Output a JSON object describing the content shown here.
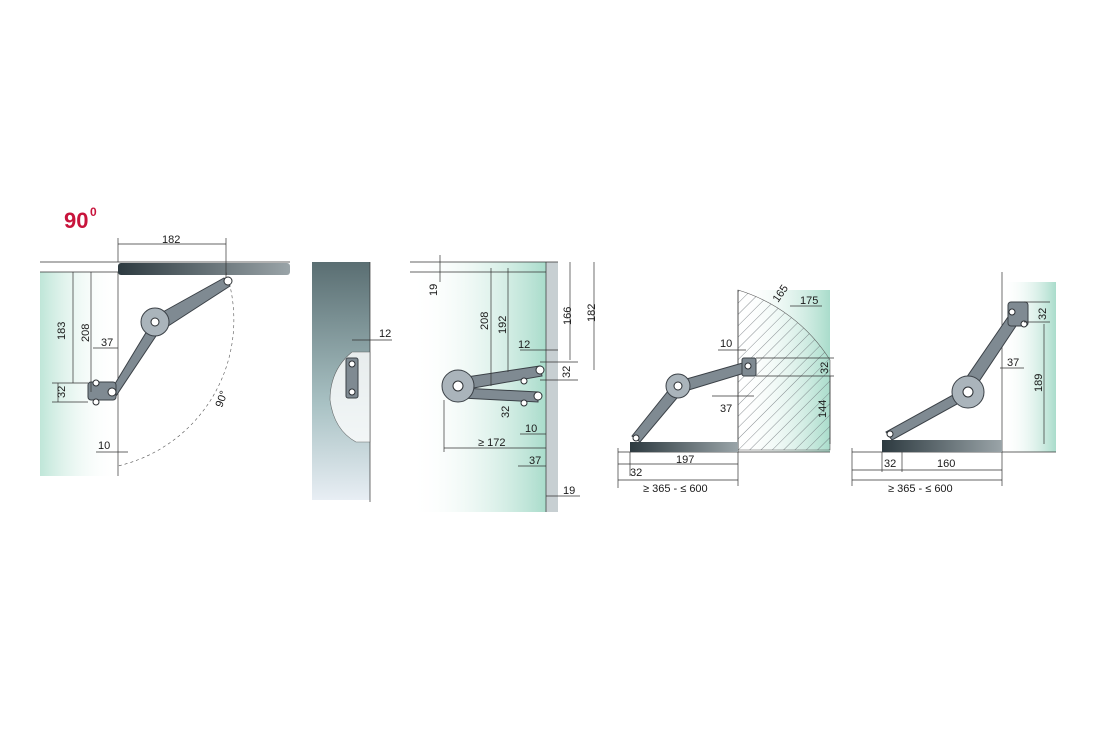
{
  "title": "90",
  "title_superscript": "0",
  "angle_label": "90°",
  "view1": {
    "width_top": "182",
    "h183": "183",
    "h208": "208",
    "d37": "37",
    "d32": "32",
    "d10": "10"
  },
  "view2": {
    "d12": "12"
  },
  "view3": {
    "d19top": "19",
    "h208": "208",
    "h192": "192",
    "h166": "166",
    "h182": "182",
    "d12": "12",
    "d32a": "32",
    "d32b": "32",
    "d10": "10",
    "w172": "≥ 172",
    "d37": "37",
    "d19bot": "19"
  },
  "view4": {
    "r165": "165",
    "d175": "175",
    "d10": "10",
    "d32": "32",
    "d37": "37",
    "h144": "144",
    "w197": "197",
    "d32b": "32",
    "range": "≥ 365 - ≤ 600"
  },
  "view5": {
    "d32top": "32",
    "d37": "37",
    "h189": "189",
    "d32": "32",
    "w160": "160",
    "range": "≥ 365 - ≤ 600"
  }
}
